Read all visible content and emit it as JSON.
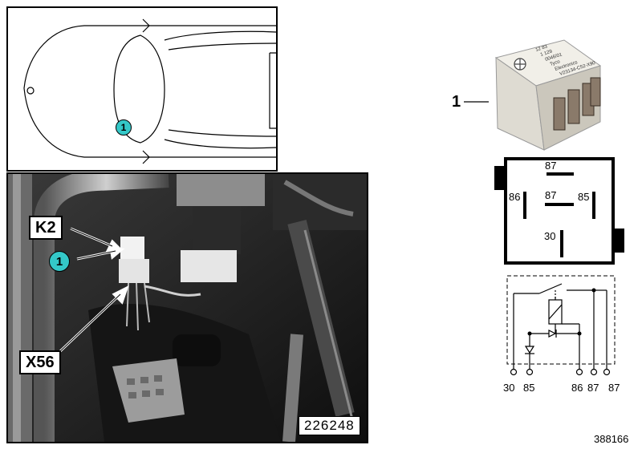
{
  "location": {
    "callout": "1"
  },
  "photo": {
    "labels": {
      "k2": "K2",
      "x56": "X56",
      "callout": "1"
    },
    "photo_number": "226248"
  },
  "part": {
    "label": "1",
    "relay_marking": [
      "12 83",
      "1 129",
      "0046/01",
      "Tyco",
      "Electronics",
      "V23134-C52-X90"
    ]
  },
  "pinout": {
    "pins": [
      "87",
      "86",
      "87",
      "85",
      "30"
    ]
  },
  "schematic": {
    "terminals": [
      "30",
      "85",
      "86",
      "87",
      "87"
    ]
  },
  "reference_number": "388166"
}
